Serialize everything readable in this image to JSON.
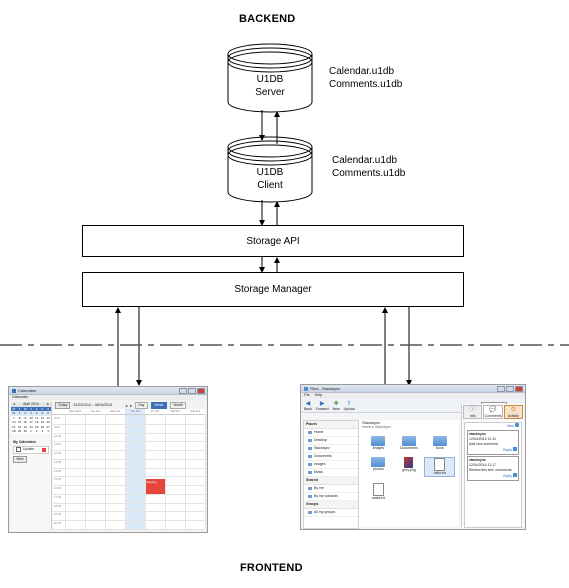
{
  "headings": {
    "top": "BACKEND",
    "bottom": "FRONTEND"
  },
  "server": {
    "line1": "U1DB",
    "line2": "Server",
    "files": [
      "Calendar.u1db",
      "Comments.u1db"
    ]
  },
  "client": {
    "line1": "U1DB",
    "line2": "Client",
    "files": [
      "Calendar.u1db",
      "Comments.u1db"
    ]
  },
  "storage_api": "Storage API",
  "storage_manager": "Storage Manager",
  "calendar_app": {
    "title": "Calendars",
    "menu": "Calendars",
    "month": "April 2014",
    "today_btn": "Today",
    "date_range": "31/03/2014 – 06/04/2014",
    "view_tabs": [
      "Day",
      "Week",
      "Month"
    ],
    "day_headers": [
      "Mon 31/3",
      "Tue 1/4",
      "Wed 2/4",
      "Thu 3/4",
      "Fri 4/4",
      "Sat 5/4",
      "Sun 6/4"
    ],
    "week_days": [
      "M",
      "T",
      "W",
      "T",
      "F",
      "S",
      "S"
    ],
    "mini_days": [
      "31",
      "1",
      "2",
      "3",
      "4",
      "5",
      "6",
      "7",
      "8",
      "9",
      "10",
      "11",
      "12",
      "13",
      "14",
      "15",
      "16",
      "17",
      "18",
      "19",
      "20",
      "21",
      "22",
      "23",
      "24",
      "25",
      "26",
      "27",
      "28",
      "29",
      "30",
      "1",
      "2",
      "3",
      "4"
    ],
    "section": "My Calendars",
    "calendar_item": "Update",
    "new_btn": "New",
    "hours": [
      "8:00",
      "9:00",
      "10:00",
      "11:00",
      "12:00",
      "13:00",
      "14:00",
      "15:00",
      "16:00",
      "17:00",
      "18:00",
      "19:00",
      "20:00"
    ],
    "event_text": "Meeting",
    "colors": {
      "event": "#e8453c",
      "today_col": "#dbe9f8",
      "accent": "#3b6fb6"
    }
  },
  "files_app": {
    "title": "Files - Stacksync",
    "menu": [
      "File",
      "Help"
    ],
    "toolbar": [
      "Back",
      "Forward",
      "New",
      "Upload"
    ],
    "search_placeholder": "Search",
    "breadcrumb": [
      "Home",
      "Stacksync"
    ],
    "folder_title": "Stacksync",
    "side_sections": [
      {
        "title": "Places",
        "items": [
          "Home",
          "Desktop",
          "Stacksync",
          "Documents",
          "Images",
          "Music"
        ]
      },
      {
        "title": "Shared",
        "items": [
          "By me",
          "By my contacts"
        ]
      },
      {
        "title": "Groups",
        "items": [
          "All my groups"
        ]
      }
    ],
    "files": [
      "Images",
      "Documents",
      "Docs",
      "photos",
      "grey.png",
      "hello.txt",
      "notes.txt"
    ],
    "right_tabs": [
      "Info",
      "Comments",
      "Activity"
    ],
    "new_label": "New",
    "comments": [
      {
        "user": "stacksync",
        "date": "12/04/2014 11:12",
        "text": "Add new comment"
      },
      {
        "user": "stacksync",
        "date": "12/04/2014 11:17",
        "text": "Review this text, comments"
      }
    ],
    "reply_label": "Reply"
  }
}
